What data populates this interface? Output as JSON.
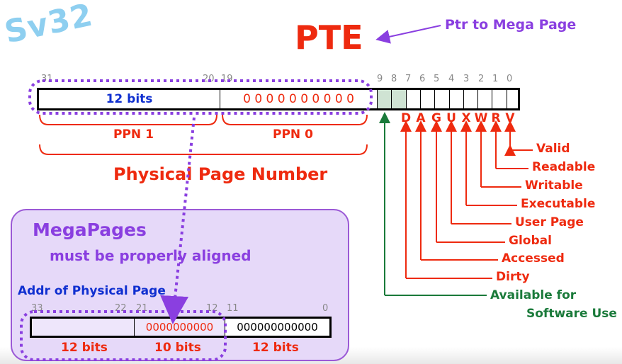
{
  "logo": "Sv32",
  "title": "PTE",
  "pointer_note": "Ptr to Mega Page",
  "pte": {
    "bit_numbers": [
      "31",
      "20",
      "19",
      "9",
      "8",
      "7",
      "6",
      "5",
      "4",
      "3",
      "2",
      "1",
      "0"
    ],
    "ppn1_value": "12 bits",
    "ppn0_value": "0 0 0 0 0 0 0 0 0 0",
    "ppn1_label": "PPN 1",
    "ppn0_label": "PPN 0",
    "ppn_label": "Physical Page Number",
    "flags": [
      "D",
      "A",
      "G",
      "U",
      "X",
      "W",
      "R",
      "V"
    ],
    "flag_descriptions": [
      "Valid",
      "Readable",
      "Writable",
      "Executable",
      "User Page",
      "Global",
      "Accessed",
      "Dirty"
    ],
    "rsw_description": [
      "Available for",
      "Software Use"
    ]
  },
  "megapages": {
    "heading": "MegaPages",
    "subheading": "must be properly aligned",
    "addr_label": "Addr of Physical Page",
    "bit_numbers": [
      "33",
      "22",
      "21",
      "12",
      "11",
      "0"
    ],
    "mid_value": "0000000000",
    "low_value": "000000000000",
    "widths": [
      "12 bits",
      "10 bits",
      "12 bits"
    ]
  },
  "colors": {
    "red": "#ee2a0f",
    "purple": "#8a3fe0",
    "green": "#1a7a3a",
    "blue": "#1030d0"
  }
}
